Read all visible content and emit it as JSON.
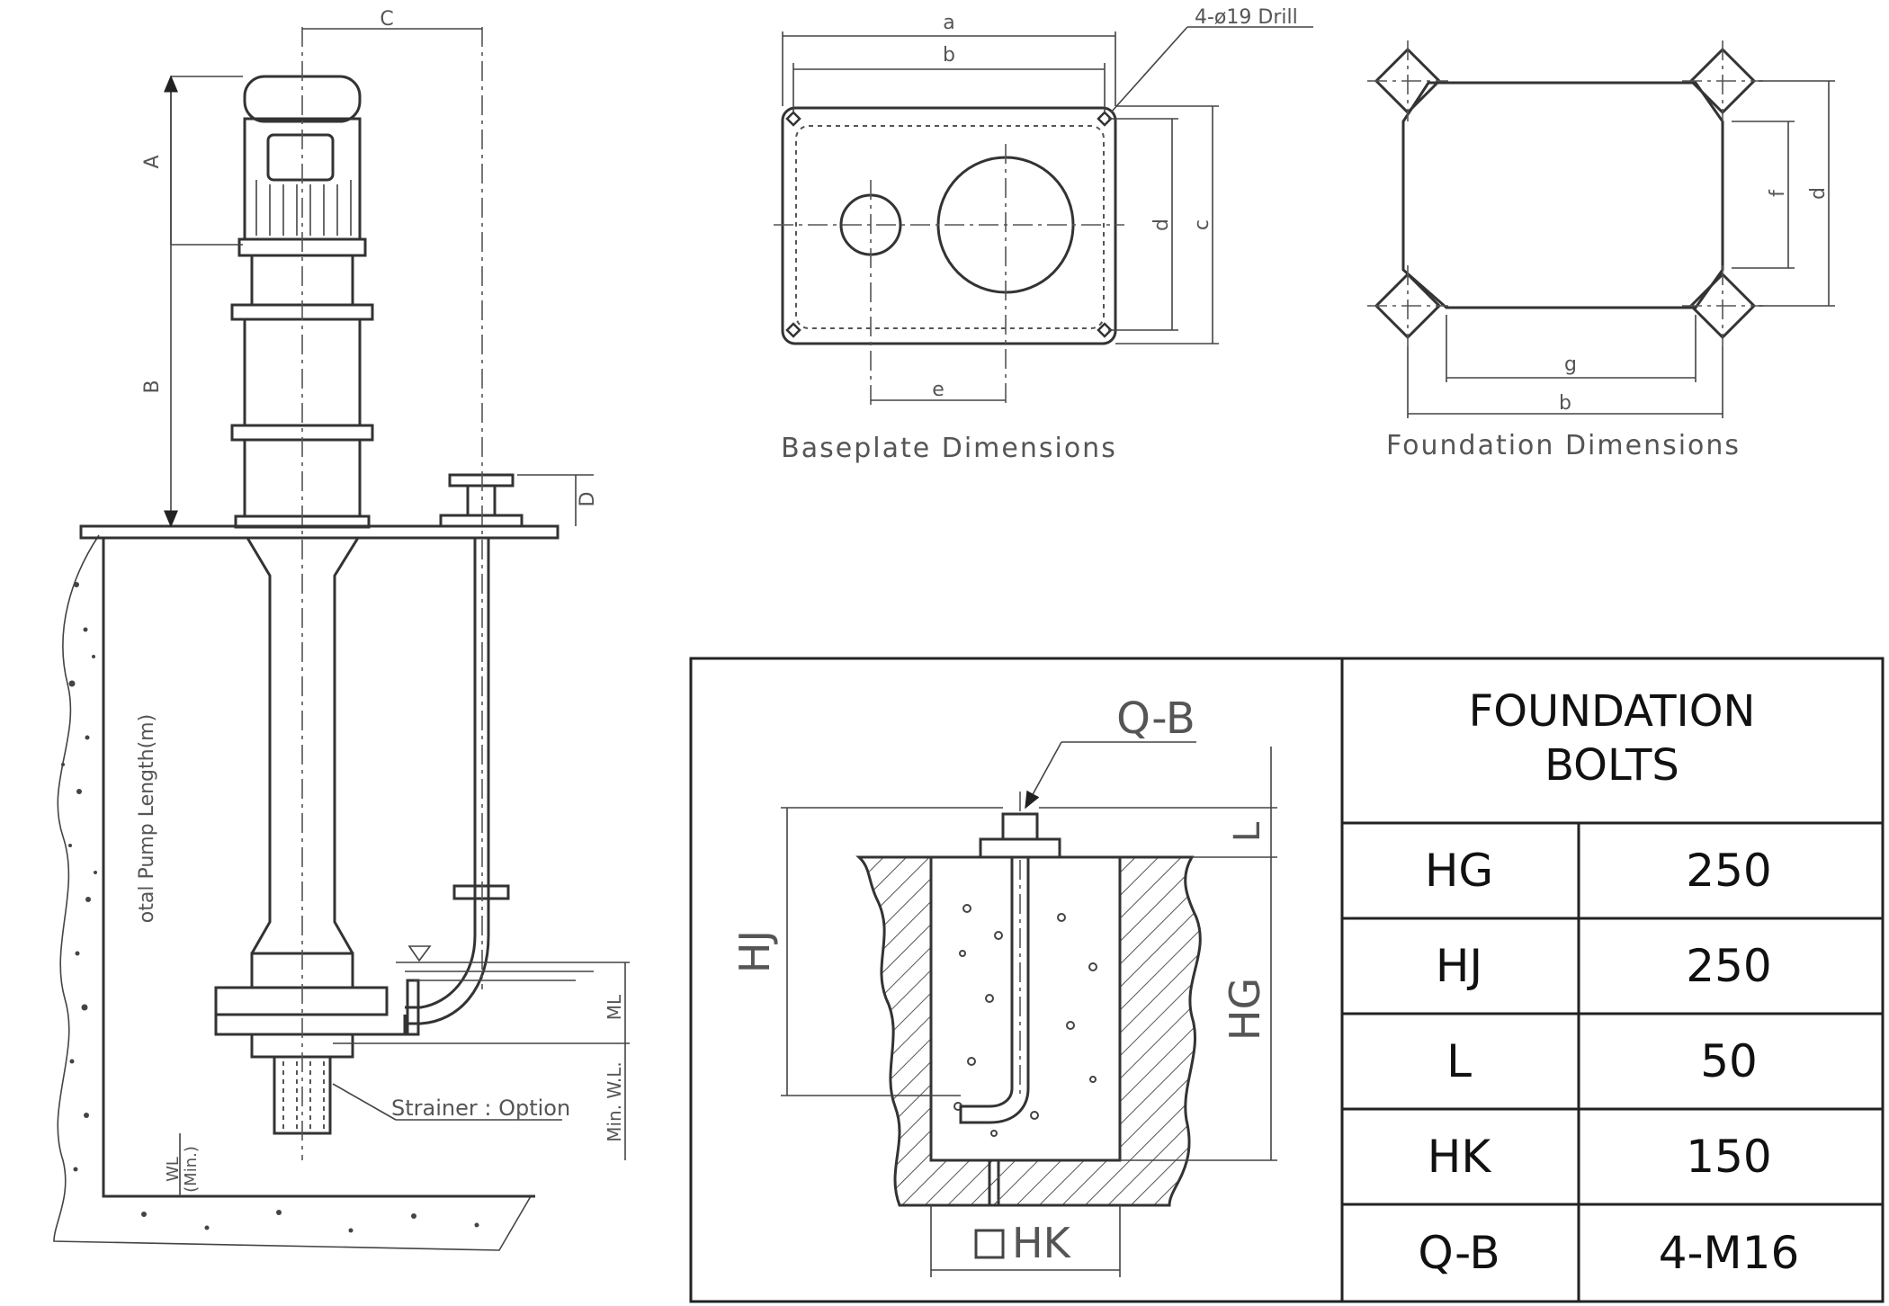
{
  "pump_view": {
    "dimension_labels": {
      "A": "A",
      "B": "B",
      "C": "C",
      "D": "D"
    },
    "total_length_label": "otal Pump Length(m)",
    "ml_label": "ML",
    "min_wl_label": "Min. W.L.",
    "wl_min_label_1": "WL",
    "wl_min_label_2": "(Min.)",
    "strainer_label": "Strainer : Option"
  },
  "baseplate": {
    "title": "Baseplate Dimensions",
    "drill_label": "4-ø19 Drill",
    "dim_a": "a",
    "dim_b": "b",
    "dim_c": "c",
    "dim_d": "d",
    "dim_e": "e"
  },
  "foundation": {
    "title": "Foundation Dimensions",
    "dim_b": "b",
    "dim_d": "d",
    "dim_f": "f",
    "dim_g": "g"
  },
  "bolt_detail": {
    "qb_label": "Q-B",
    "hj_label": "HJ",
    "hg_label": "HG",
    "l_label": "L",
    "hk_label": "HK"
  },
  "bolts_table": {
    "title_line1": "FOUNDATION",
    "title_line2": "BOLTS",
    "rows": [
      {
        "key": "HG",
        "value": "250"
      },
      {
        "key": "HJ",
        "value": "250"
      },
      {
        "key": "L",
        "value": "50"
      },
      {
        "key": "HK",
        "value": "150"
      },
      {
        "key": "Q-B",
        "value": "4-M16"
      }
    ]
  }
}
